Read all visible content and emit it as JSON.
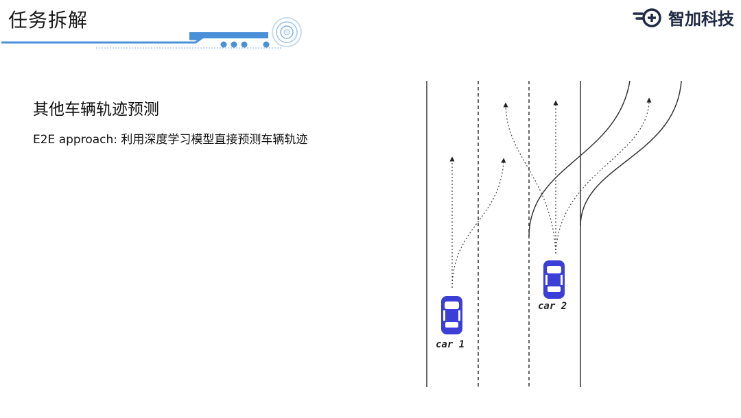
{
  "header": {
    "title": "任务拆解",
    "brand": {
      "name": "智加科技",
      "logo_icon": "plus-circle-logo-icon",
      "color": "#1f2a44"
    },
    "accent_color": "#4a90d9"
  },
  "content": {
    "heading": "其他车辆轨迹预测",
    "body": "E2E approach: 利用深度学习模型直接预测车辆轨迹"
  },
  "diagram": {
    "car_color": "#3b3fd8",
    "cars": [
      {
        "label": "car 1"
      },
      {
        "label": "car 2"
      }
    ]
  }
}
